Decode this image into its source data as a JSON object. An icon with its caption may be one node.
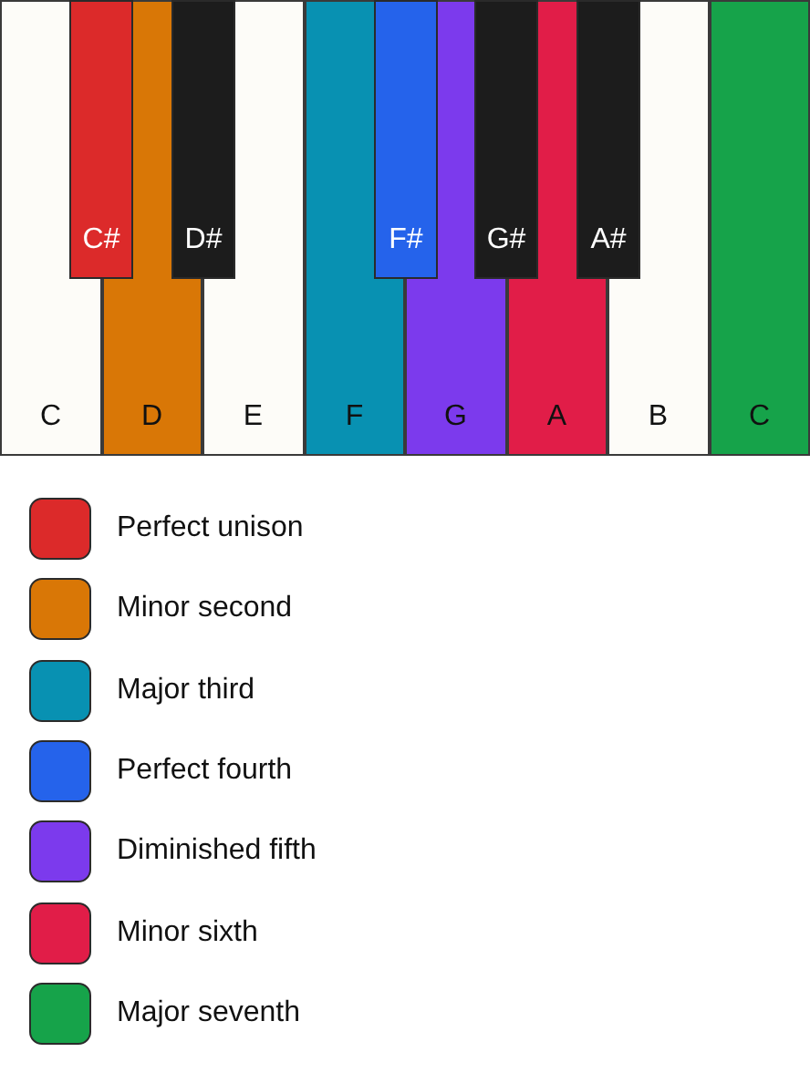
{
  "diagram": {
    "nodes": [
      {
        "text": [
          "C"
        ]
      },
      {
        "text": [
          "C#"
        ]
      },
      {
        "text": [
          "D"
        ]
      },
      {
        "text": [
          "D#"
        ]
      },
      {
        "text": [
          "E"
        ]
      },
      {
        "text": [
          "F"
        ]
      },
      {
        "text": [
          "F#"
        ]
      },
      {
        "text": [
          "G"
        ]
      },
      {
        "text": [
          "G#"
        ]
      },
      {
        "text": [
          "A"
        ]
      },
      {
        "text": [
          "A#"
        ]
      },
      {
        "text": [
          "B"
        ]
      },
      {
        "text": [
          "C"
        ]
      }
    ],
    "edges": [],
    "legend": [
      {
        "text": "Perfect unison",
        "color": "#dc2a2a"
      },
      {
        "text": "Minor second",
        "color": "#d97706"
      },
      {
        "text": "Major third",
        "color": "#0891b2"
      },
      {
        "text": "Perfect fourth",
        "color": "#2563eb"
      },
      {
        "text": "Diminished fifth",
        "color": "#7c3aed"
      },
      {
        "text": "Minor sixth",
        "color": "#e11d48"
      },
      {
        "text": "Major seventh",
        "color": "#16a34a"
      }
    ]
  }
}
